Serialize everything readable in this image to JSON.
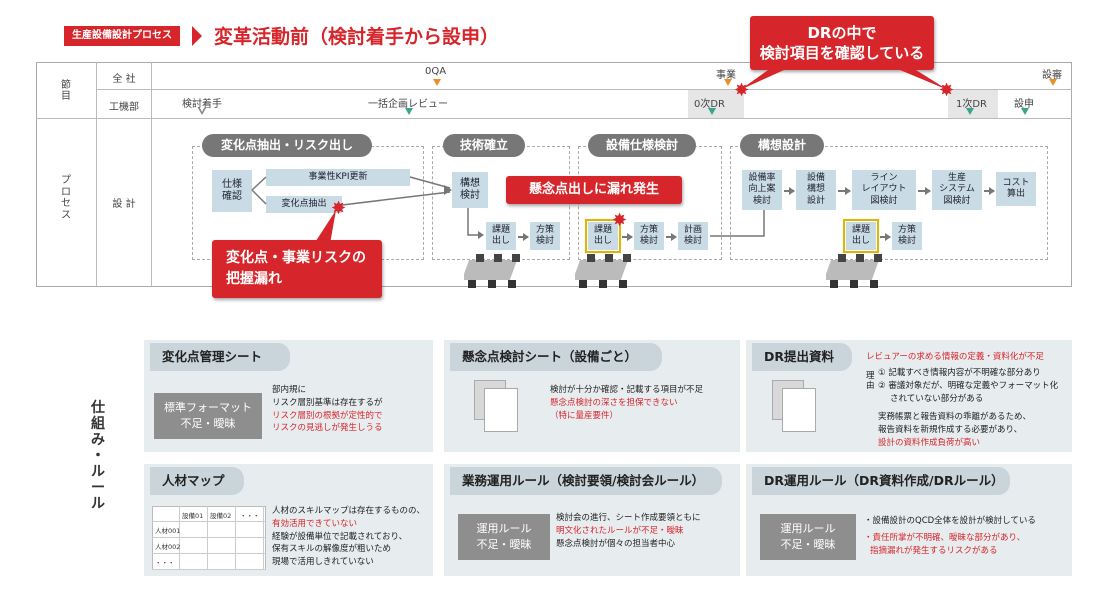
{
  "header": {
    "tag": "生産設備設計プロセス",
    "title": "変革活動前（検討着手から設申）"
  },
  "table": {
    "row1_label": "全 社",
    "row2_label": "工機部",
    "left_top": "節\n目",
    "left_bottom": "プ\nロ\nセ\nス",
    "design": "設 計",
    "ms_oqa": "0QA",
    "ms_jigyo": "事業",
    "ms_shinsa": "設審",
    "ms_kento": "検討着手",
    "ms_review": "一括企画レビュー",
    "ms_0dr": "0次DR",
    "ms_1dr": "1次DR",
    "ms_setshin": "設申"
  },
  "process": {
    "phase1": "変化点抽出・リスク出し",
    "phase2": "技術確立",
    "phase3": "設備仕様検討",
    "phase4": "構想設計",
    "shiyo": "仕様\n確認",
    "kpi": "事業性KPI更新",
    "henka": "変化点抽出",
    "koso": "構想\n検討",
    "kadai": "課題\n出し",
    "hosaku": "方策\n検討",
    "keikaku": "計画\n検討",
    "setsubi_ritsu": "設備率\n向上案\n検討",
    "setsubi_koso": "設備\n構想\n設計",
    "line": "ライン\nレイアウト\n図検討",
    "seisan": "生産\nシステム\n図検討",
    "cost": "コスト\n算出"
  },
  "callouts": {
    "dr": "DRの中で\n検討項目を確認している",
    "kenen": "懸念点出しに漏れ発生",
    "henka": "変化点・事業リスクの\n把握漏れ"
  },
  "side_label": "仕\n組\nみ\n・\nル\nー\nル",
  "panels": {
    "p1": {
      "title": "変化点管理シート",
      "box": "標準フォーマット\n不足・曖昧",
      "t1": "部内規に",
      "t2": "リスク層別基準は存在するが",
      "t3": "リスク層別の根拠が定性的で",
      "t4": "リスクの見逃しが発生しうる"
    },
    "p2": {
      "title": "懸念点検討シート（設備ごと）",
      "t1": "検討が十分か確認・記載する項目が不足",
      "t2": "懸念点検討の深さを担保できない",
      "t3": "（特に量産要件）"
    },
    "p3": {
      "title": "DR提出資料",
      "head": "レビュアーの求める情報の定義・資料化が不足",
      "reason": "理\n由",
      "r1": "① 記載すべき情報内容が不明確な部分あり",
      "r2": "② 審議対象だが、明確な定義やフォーマット化",
      "r3": "されていない部分がある",
      "t1": "実務帳票と報告資料の乖離があるため、",
      "t2": "報告資料を新規作成する必要があり、",
      "t3": "設計の資料作成負荷が高い"
    },
    "p4": {
      "title": "人材マップ",
      "col1": "設備01",
      "col2": "設備02",
      "col3": "・・・",
      "row1": "人材001",
      "row2": "人材002",
      "row3": "・・・",
      "t1": "人材のスキルマップは存在するものの、",
      "t2": "有効活用できていない",
      "t3": "経験が設備単位で記載されており、",
      "t4": "保有スキルの解像度が粗いため",
      "t5": "現場で活用しきれていない"
    },
    "p5": {
      "title": "業務運用ルール（検討要領/検討会ルール）",
      "box": "運用ルール\n不足・曖昧",
      "t1": "検討会の進行、シート作成要領ともに",
      "t2": "明文化されたルールが不足・曖昧",
      "t3": "懸念点検討が個々の担当者中心"
    },
    "p6": {
      "title": "DR運用ルール（DR資料作成/DRルール）",
      "box": "運用ルール\n不足・曖昧",
      "t1": "・設備設計のQCD全体を設計が検討している",
      "t2": "・責任所掌が不明確、曖昧な部分があり、",
      "t3": "指摘漏れが発生するリスクがある"
    }
  },
  "colors": {
    "accent": "#d7262b",
    "box": "#c9dce6",
    "panel": "#e7ecef",
    "orange_marker": "#e8912c",
    "green_marker": "#3aa58a"
  }
}
